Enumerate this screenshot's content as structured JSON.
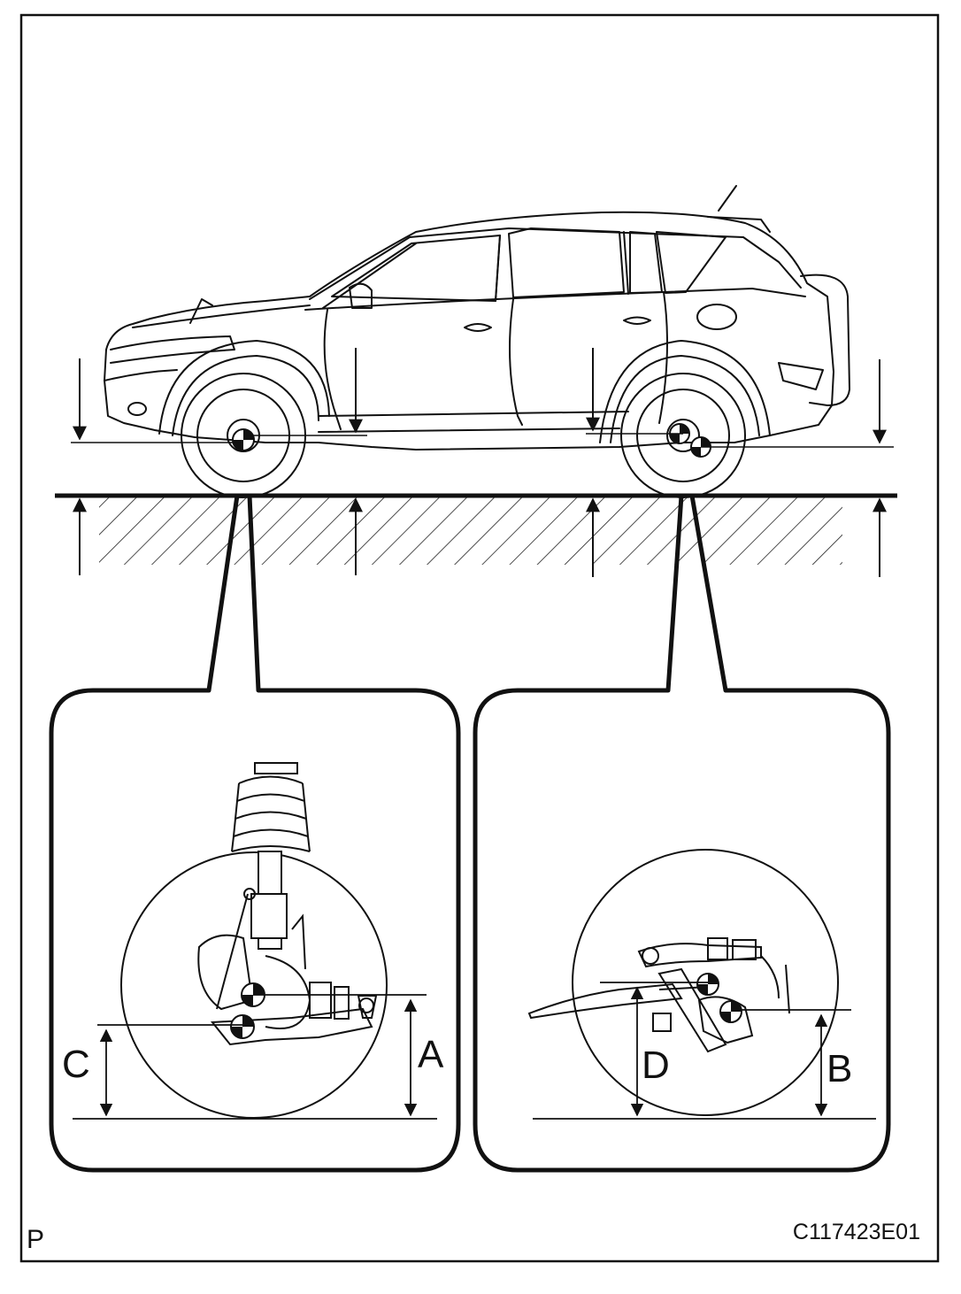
{
  "labels": {
    "front_height": "A",
    "rear_height": "B",
    "front_ref": "C",
    "rear_ref": "D"
  },
  "corner_mark": "P",
  "figure_code": "C117423E01"
}
